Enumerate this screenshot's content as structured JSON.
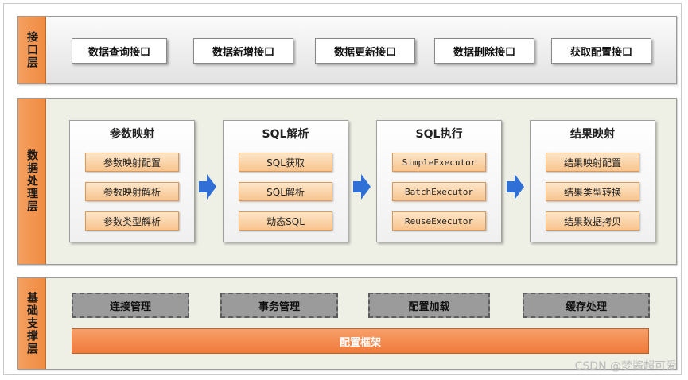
{
  "interface_layer": {
    "label": "接口层",
    "apis": [
      "数据查询接口",
      "数据新增接口",
      "数据更新接口",
      "数据删除接口",
      "获取配置接口"
    ]
  },
  "data_layer": {
    "label": "数据处理层",
    "modules": [
      {
        "title": "参数映射",
        "items": [
          "参数映射配置",
          "参数映射解析",
          "参数类型解析"
        ]
      },
      {
        "title": "SQL解析",
        "items": [
          "SQL获取",
          "SQL解析",
          "动态SQL"
        ]
      },
      {
        "title": "SQL执行",
        "items": [
          "SimpleExecutor",
          "BatchExecutor",
          "ReuseExecutor"
        ]
      },
      {
        "title": "结果映射",
        "items": [
          "结果映射配置",
          "结果类型转换",
          "结果数据拷贝"
        ]
      }
    ]
  },
  "base_layer": {
    "label": "基础支撑层",
    "supports": [
      "连接管理",
      "事务管理",
      "配置加载",
      "缓存处理"
    ],
    "config": "配置框架"
  },
  "colors": {
    "layer_label": "#f08a40",
    "arrow": "#2f6fd6",
    "item_fill": "#f8c48e",
    "config_bar": "#f07a3a"
  },
  "watermark": "CSDN @梦酱超可爱"
}
